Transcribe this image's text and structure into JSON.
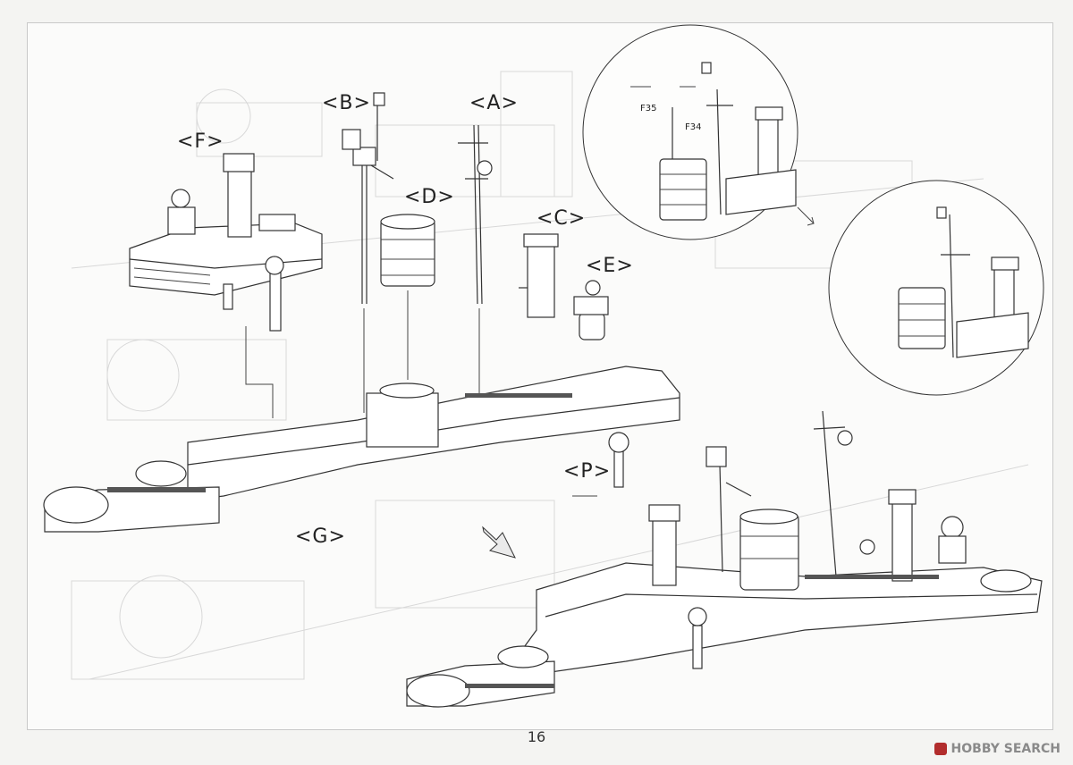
{
  "labels": {
    "F": "<F>",
    "B": "<B>",
    "A": "<A>",
    "D": "<D>",
    "C": "<C>",
    "E": "<E>",
    "P": "<P>",
    "G": "<G>"
  },
  "detail_parts": {
    "f35": "F35",
    "f34": "F34"
  },
  "page_number": "16",
  "watermark": "HOBBY SEARCH",
  "colors": {
    "line": "#333333",
    "ghost": "#d8d8d8",
    "brand": "#b22d2d"
  }
}
